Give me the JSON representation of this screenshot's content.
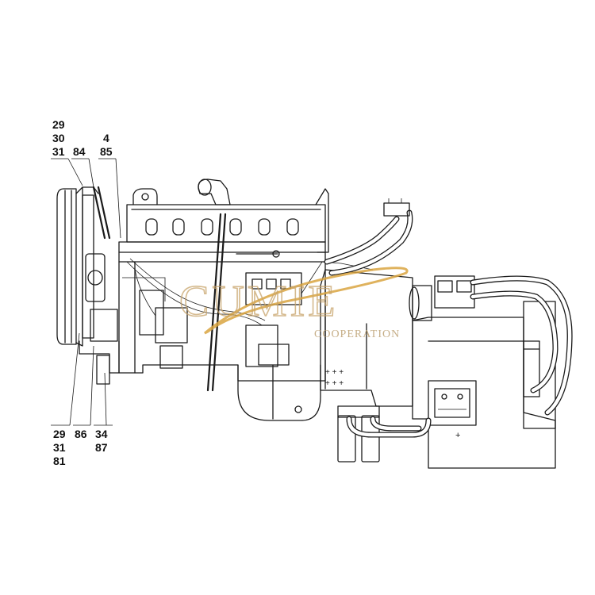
{
  "callouts": {
    "top_left": [
      "29",
      "30",
      "31"
    ],
    "top_mid_a": "84",
    "top_mid_b": [
      "4",
      "85"
    ],
    "bottom_a": [
      "29",
      "31",
      "81"
    ],
    "bottom_b": "86",
    "bottom_c": [
      "34",
      "87"
    ]
  },
  "watermark": {
    "main": "CUMIE",
    "sub": "COOPERATION",
    "color": "#d9a441"
  },
  "colors": {
    "line": "#1a1a1a",
    "background": "#ffffff"
  }
}
